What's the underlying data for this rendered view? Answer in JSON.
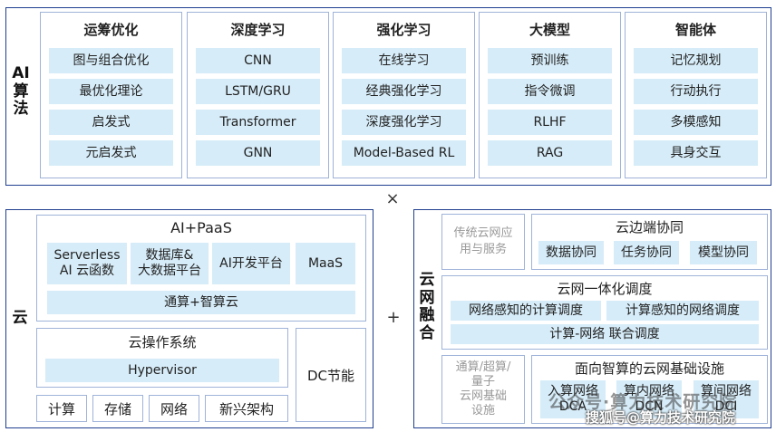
{
  "ai": {
    "side_label": "AI\n算\n法",
    "columns": [
      {
        "title": "运筹优化",
        "items": [
          "图与组合优化",
          "最优化理论",
          "启发式",
          "元启发式"
        ]
      },
      {
        "title": "深度学习",
        "items": [
          "CNN",
          "LSTM/GRU",
          "Transformer",
          "GNN"
        ]
      },
      {
        "title": "强化学习",
        "items": [
          "在线学习",
          "经典强化学习",
          "深度强化学习",
          "Model-Based RL"
        ]
      },
      {
        "title": "大模型",
        "items": [
          "预训练",
          "指令微调",
          "RLHF",
          "RAG"
        ]
      },
      {
        "title": "智能体",
        "items": [
          "记忆规划",
          "行动执行",
          "多模感知",
          "具身交互"
        ]
      }
    ]
  },
  "times_symbol": "×",
  "plus_symbol": "+",
  "cloud": {
    "side_label": "云",
    "aipaas": {
      "title": "AI+PaaS",
      "items": [
        "Serverless\nAI 云函数",
        "数据库&\n大数据平台",
        "AI开发平台",
        "MaaS"
      ],
      "bottom": "通算+智算云"
    },
    "os": {
      "title": "云操作系统",
      "hypervisor": "Hypervisor"
    },
    "dc": "DC节能",
    "infra": [
      "计算",
      "存储",
      "网络",
      "新兴架构"
    ]
  },
  "fusion": {
    "side_label": "云\n网\n融\n合",
    "legacy": "传统云网应\n用与服务",
    "edge": {
      "title": "云边端协同",
      "items": [
        "数据协同",
        "任务协同",
        "模型协同"
      ]
    },
    "integration": {
      "title": "云网一体化调度",
      "items": [
        "网络感知的计算调度",
        "计算感知的网络调度"
      ],
      "bottom": "计算-网络 联合调度"
    },
    "legacy_infra": "通算/超算/\n量子\n云网基础\n设施",
    "infra": {
      "title": "面向智算的云网基础设施",
      "items": [
        "入算网络\nDCA",
        "算内网络\nDCN",
        "算间网络\nDCI"
      ]
    }
  },
  "watermarks": {
    "line1": "公众号·算力技术研究院",
    "line2": "搜狐号@算力技术研究院"
  }
}
